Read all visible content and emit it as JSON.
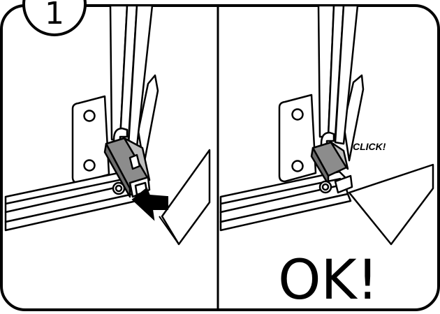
{
  "step": {
    "number": "1"
  },
  "panels": [
    {
      "id": "before",
      "arrow": "push-arrow-icon"
    },
    {
      "id": "after",
      "callout": "CLICK!",
      "result": "OK!"
    }
  ],
  "colors": {
    "line": "#000000",
    "background": "#ffffff",
    "latch_fill": "#8c8c8c",
    "arrow_fill": "#000000"
  }
}
